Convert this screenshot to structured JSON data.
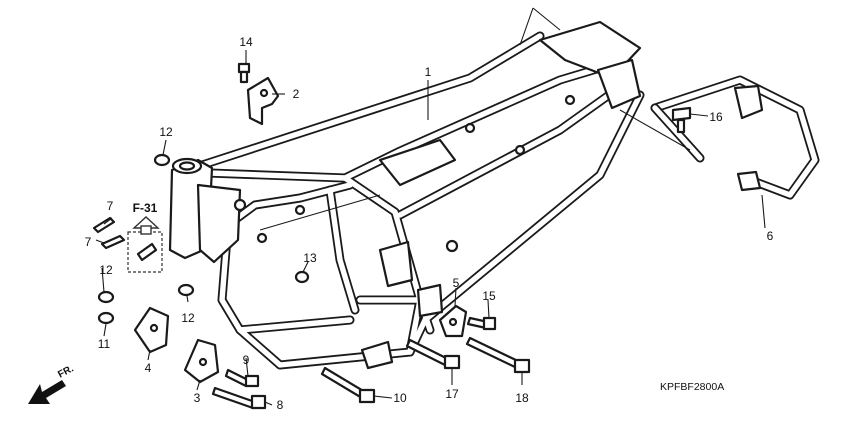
{
  "diagram_code": "KPFBF2800A",
  "reference_label": "F-31",
  "direction_label": "FR.",
  "callouts": [
    {
      "id": "c1",
      "label": "1"
    },
    {
      "id": "c2",
      "label": "2"
    },
    {
      "id": "c3",
      "label": "3"
    },
    {
      "id": "c4",
      "label": "4"
    },
    {
      "id": "c5",
      "label": "5"
    },
    {
      "id": "c6",
      "label": "6"
    },
    {
      "id": "c7a",
      "label": "7"
    },
    {
      "id": "c7b",
      "label": "7"
    },
    {
      "id": "c8",
      "label": "8"
    },
    {
      "id": "c9",
      "label": "9"
    },
    {
      "id": "c10",
      "label": "10"
    },
    {
      "id": "c11",
      "label": "11"
    },
    {
      "id": "c12a",
      "label": "12"
    },
    {
      "id": "c12b",
      "label": "12"
    },
    {
      "id": "c12c",
      "label": "12"
    },
    {
      "id": "c13",
      "label": "13"
    },
    {
      "id": "c14",
      "label": "14"
    },
    {
      "id": "c15",
      "label": "15"
    },
    {
      "id": "c16",
      "label": "16"
    },
    {
      "id": "c17",
      "label": "17"
    },
    {
      "id": "c18",
      "label": "18"
    }
  ]
}
